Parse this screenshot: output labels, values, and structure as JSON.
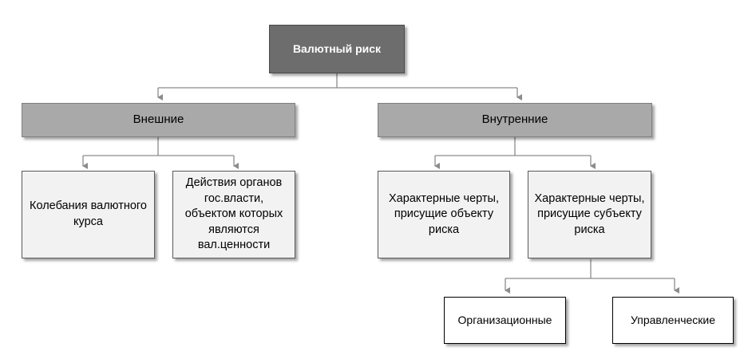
{
  "diagram": {
    "root": "Валютный риск",
    "external": {
      "title": "Внешние",
      "children": [
        "Колебания валютного курса",
        "Действия органов гос.власти, объектом которых являются вал.ценности"
      ]
    },
    "internal": {
      "title": "Внутренние",
      "children": [
        "Характерные черты, присущие объекту риска",
        "Характерные черты, присущие субъекту риска"
      ],
      "subject_children": [
        "Организационные",
        "Управленческие"
      ]
    },
    "colors": {
      "root_fill": "#6d6d6d",
      "category_fill": "#a9a9a9",
      "leaf_fill": "#f2f2f2",
      "connector": "#8c8c8c"
    }
  }
}
